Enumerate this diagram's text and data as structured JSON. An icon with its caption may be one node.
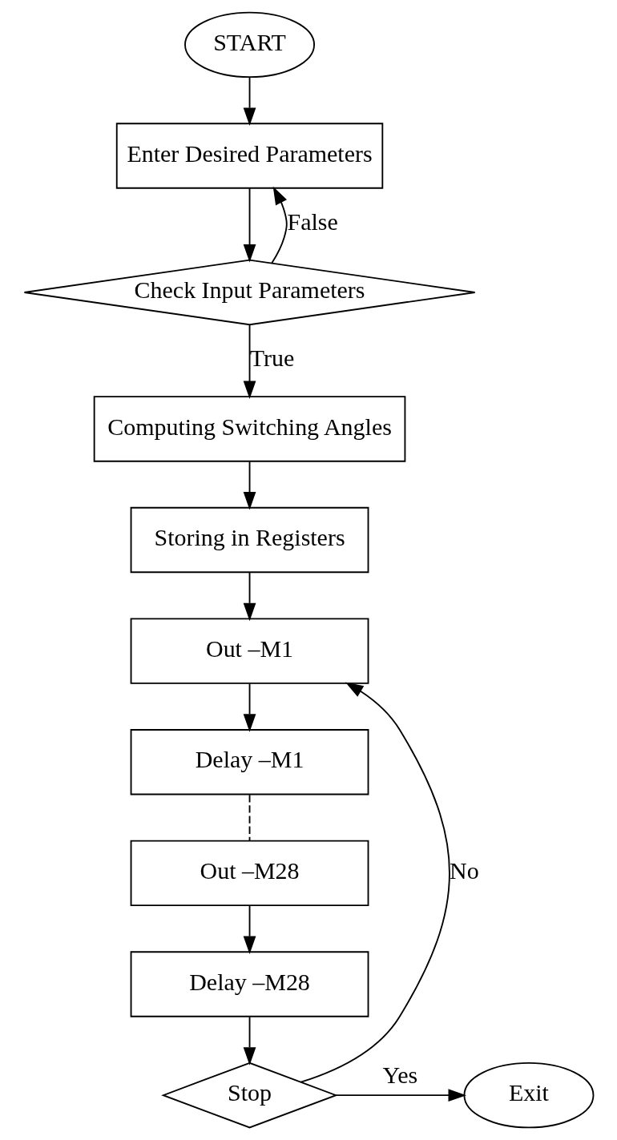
{
  "diagram": {
    "nodes": [
      {
        "text": [
          "START"
        ]
      },
      {
        "text": [
          "Enter Desired Parameters"
        ]
      },
      {
        "text": [
          "Check Input Parameters"
        ]
      },
      {
        "text": [
          "Computing Switching Angles"
        ]
      },
      {
        "text": [
          "Storing in Registers"
        ]
      },
      {
        "text": [
          "Out –M1"
        ]
      },
      {
        "text": [
          "Delay –M1"
        ]
      },
      {
        "text": [
          "Out –M28"
        ]
      },
      {
        "text": [
          "Delay –M28"
        ]
      },
      {
        "text": [
          "Stop"
        ]
      },
      {
        "text": [
          "Exit"
        ]
      }
    ],
    "edges": [
      {
        "from": 0,
        "to": 1,
        "arrow": "to"
      },
      {
        "from": 1,
        "to": 2,
        "arrow": "to"
      },
      {
        "from": 2,
        "to": 1,
        "arrow": "to",
        "label": "False"
      },
      {
        "from": 2,
        "to": 3,
        "arrow": "to",
        "label": "True"
      },
      {
        "from": 3,
        "to": 4,
        "arrow": "to"
      },
      {
        "from": 4,
        "to": 5,
        "arrow": "to"
      },
      {
        "from": 5,
        "to": 6,
        "arrow": "to"
      },
      {
        "from": 6,
        "to": 7,
        "arrow": "none",
        "style": "dashed"
      },
      {
        "from": 7,
        "to": 8,
        "arrow": "to"
      },
      {
        "from": 8,
        "to": 9,
        "arrow": "to"
      },
      {
        "from": 9,
        "to": 5,
        "arrow": "to",
        "label": "No"
      },
      {
        "from": 9,
        "to": 10,
        "arrow": "to",
        "label": "Yes"
      }
    ]
  }
}
